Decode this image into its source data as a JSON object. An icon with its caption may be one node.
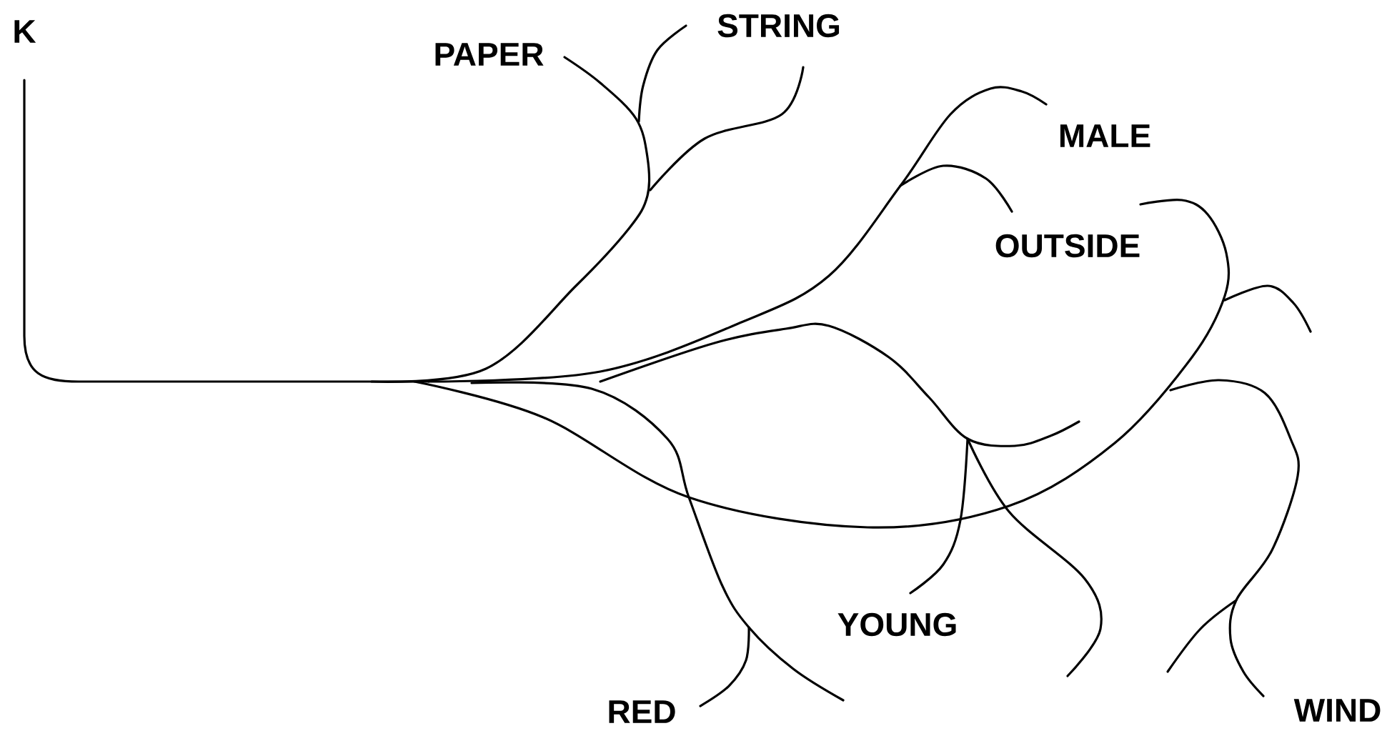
{
  "diagram": {
    "labels": [
      "K",
      "PAPER",
      "STRING",
      "MALE",
      "OUTSIDE",
      "YOUNG",
      "RED",
      "WIND"
    ]
  }
}
